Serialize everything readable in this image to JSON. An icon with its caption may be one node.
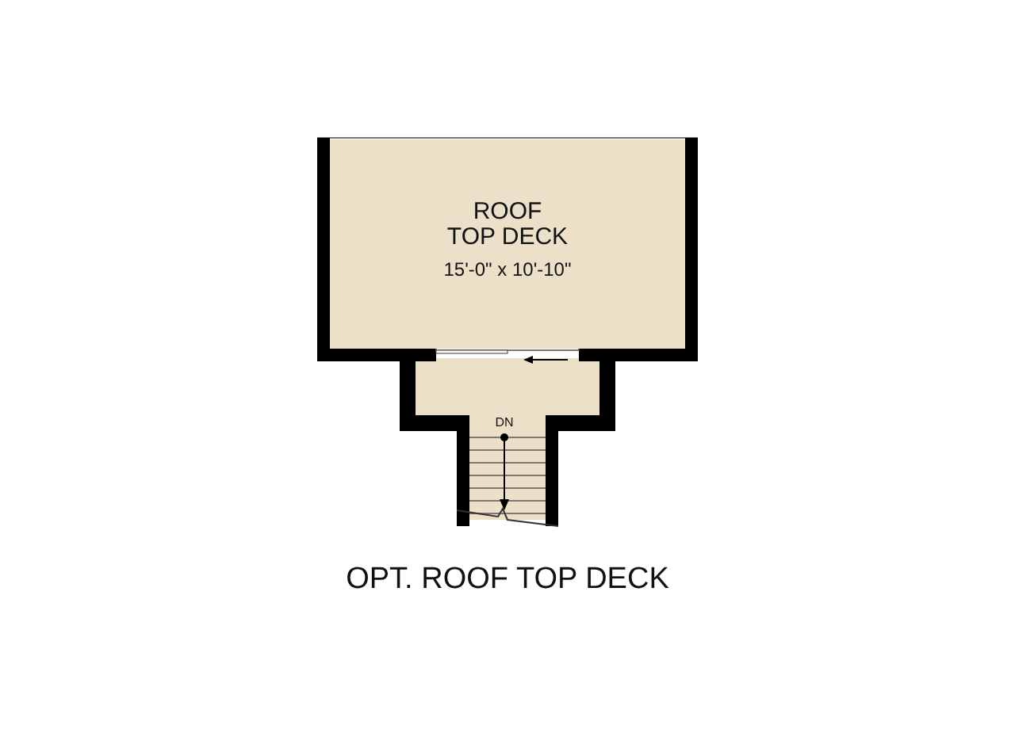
{
  "diagram": {
    "caption": "OPT. ROOF TOP DECK",
    "nodes": [
      {
        "text": [
          "ROOF TOP DECK",
          "15'-0\" x 10'-10\""
        ]
      }
    ],
    "edges": [],
    "labels": [
      "DN"
    ]
  }
}
